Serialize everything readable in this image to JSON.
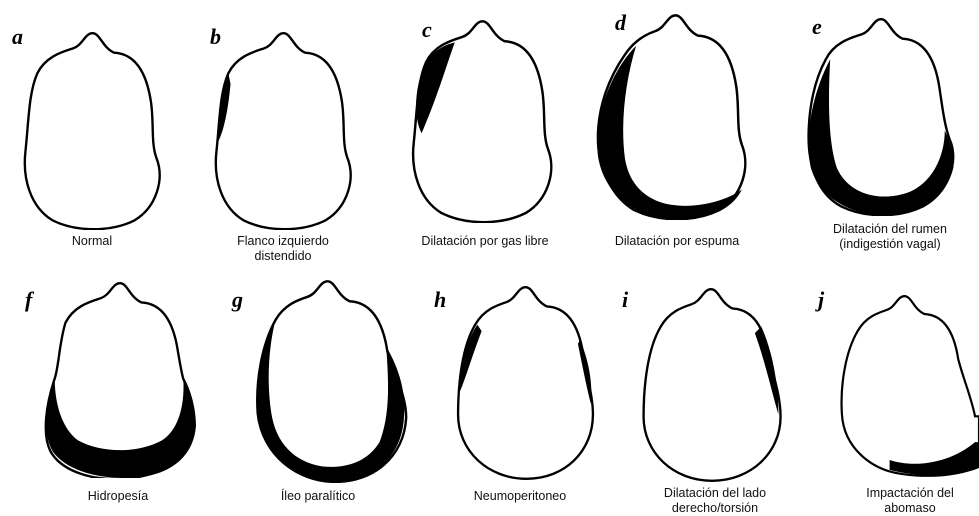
{
  "panels": [
    {
      "letter": "a",
      "caption": "Normal",
      "caption2": ""
    },
    {
      "letter": "b",
      "caption": "Flanco izquierdo",
      "caption2": "distendido"
    },
    {
      "letter": "c",
      "caption": "Dilatación por gas libre",
      "caption2": ""
    },
    {
      "letter": "d",
      "caption": "Dilatación por espuma",
      "caption2": ""
    },
    {
      "letter": "e",
      "caption": "Dilatación del rumen",
      "caption2": "(indigestión vagal)"
    },
    {
      "letter": "f",
      "caption": "Hidropesía",
      "caption2": ""
    },
    {
      "letter": "g",
      "caption": "Íleo paralítico",
      "caption2": ""
    },
    {
      "letter": "h",
      "caption": "Neumoperitoneo",
      "caption2": ""
    },
    {
      "letter": "i",
      "caption": "Dilatación del lado",
      "caption2": "derecho/torsión"
    },
    {
      "letter": "j",
      "caption": "Impactación del",
      "caption2": "abomaso"
    }
  ]
}
